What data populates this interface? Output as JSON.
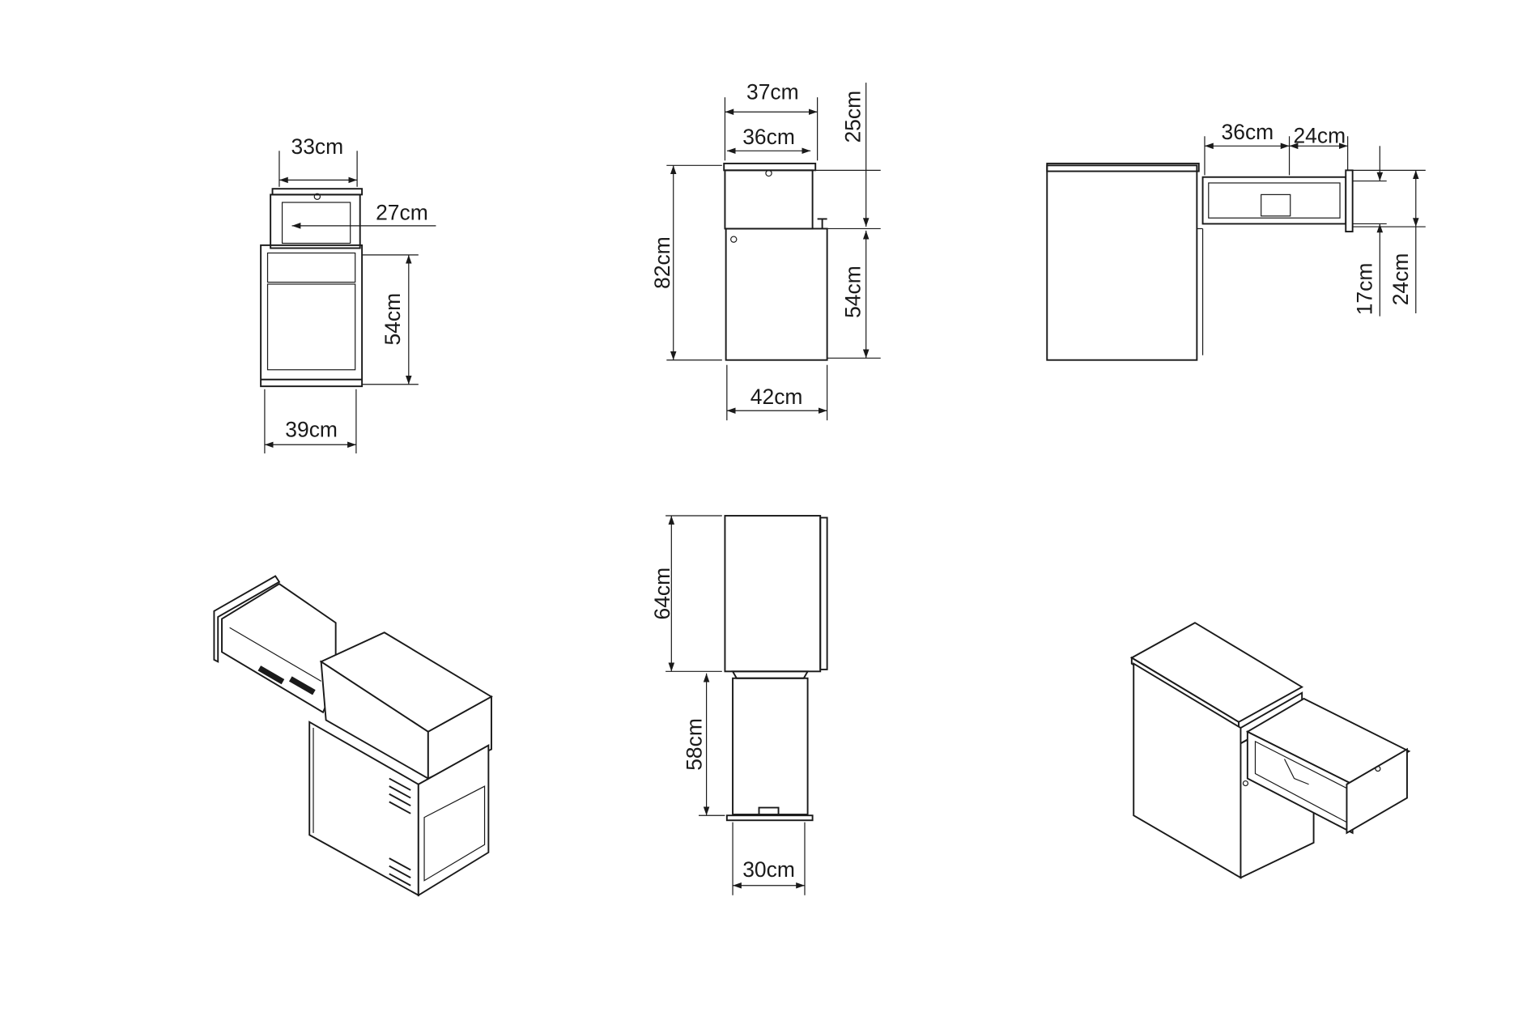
{
  "title": "Cabinet dimension drawings",
  "colors": {
    "line": "#1a1a1a",
    "background": "#ffffff"
  },
  "front_view": {
    "top_width": "33cm",
    "drawer_inner_width": "27cm",
    "cabinet_height": "54cm",
    "base_width": "39cm"
  },
  "side_view": {
    "top_width": "37cm",
    "drawer_width": "36cm",
    "drawer_height": "25cm",
    "total_height": "82cm",
    "cabinet_height": "54cm",
    "base_width": "42cm"
  },
  "drawer_view": {
    "drawer_depth": "36cm",
    "extension": "24cm",
    "inner_height": "17cm",
    "outer_height": "24cm"
  },
  "top_view": {
    "depth": "64cm",
    "drawer_depth": "58cm",
    "drawer_width": "30cm"
  }
}
